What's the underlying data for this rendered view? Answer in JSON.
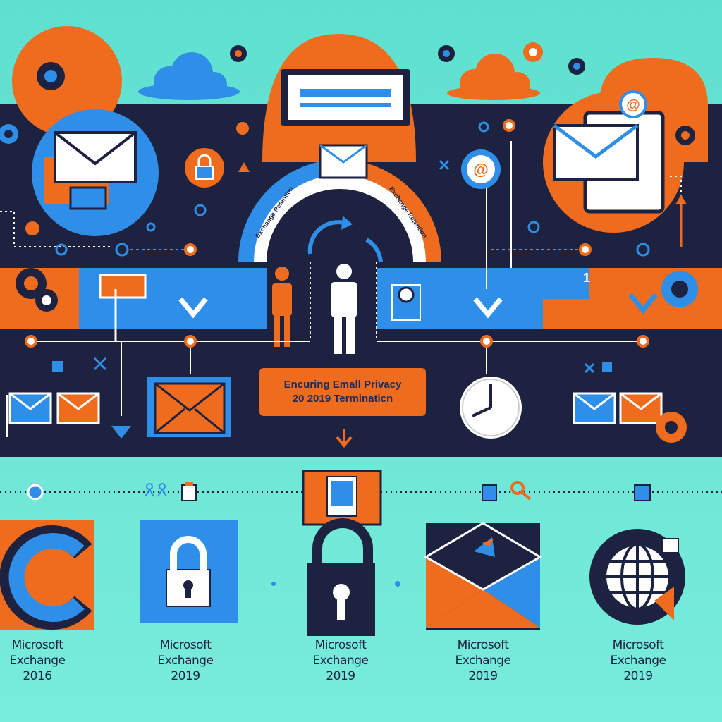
{
  "banner": {
    "line1": "Encuring Emall Privacy",
    "line2": "20 2019 Terminaticn"
  },
  "arch_labels": {
    "left": "Exchange Retention",
    "right": "Exchange Retention"
  },
  "step_number": "1",
  "bottom_items": [
    {
      "line1": "Microsoft",
      "line2": "Exchange",
      "line3": "2016"
    },
    {
      "line1": "Microsoft",
      "line2": "Exchange",
      "line3": "2019"
    },
    {
      "line1": "Microsoft",
      "line2": "Exchange",
      "line3": "2019"
    },
    {
      "line1": "Microsoft",
      "line2": "Exchange",
      "line3": "2019"
    },
    {
      "line1": "Microsoft",
      "line2": "Exchange",
      "line3": "2019"
    }
  ],
  "colors": {
    "navy": "#1c2240",
    "orange": "#ef6c1e",
    "blue": "#2f8fe8",
    "teal": "#6ee6d6",
    "white": "#ffffff"
  },
  "icons": [
    "envelope-icon",
    "lock-icon",
    "person-icon",
    "clock-icon",
    "gear-icon",
    "globe-icon",
    "at-sign-icon",
    "cloud-icon",
    "document-icon"
  ]
}
